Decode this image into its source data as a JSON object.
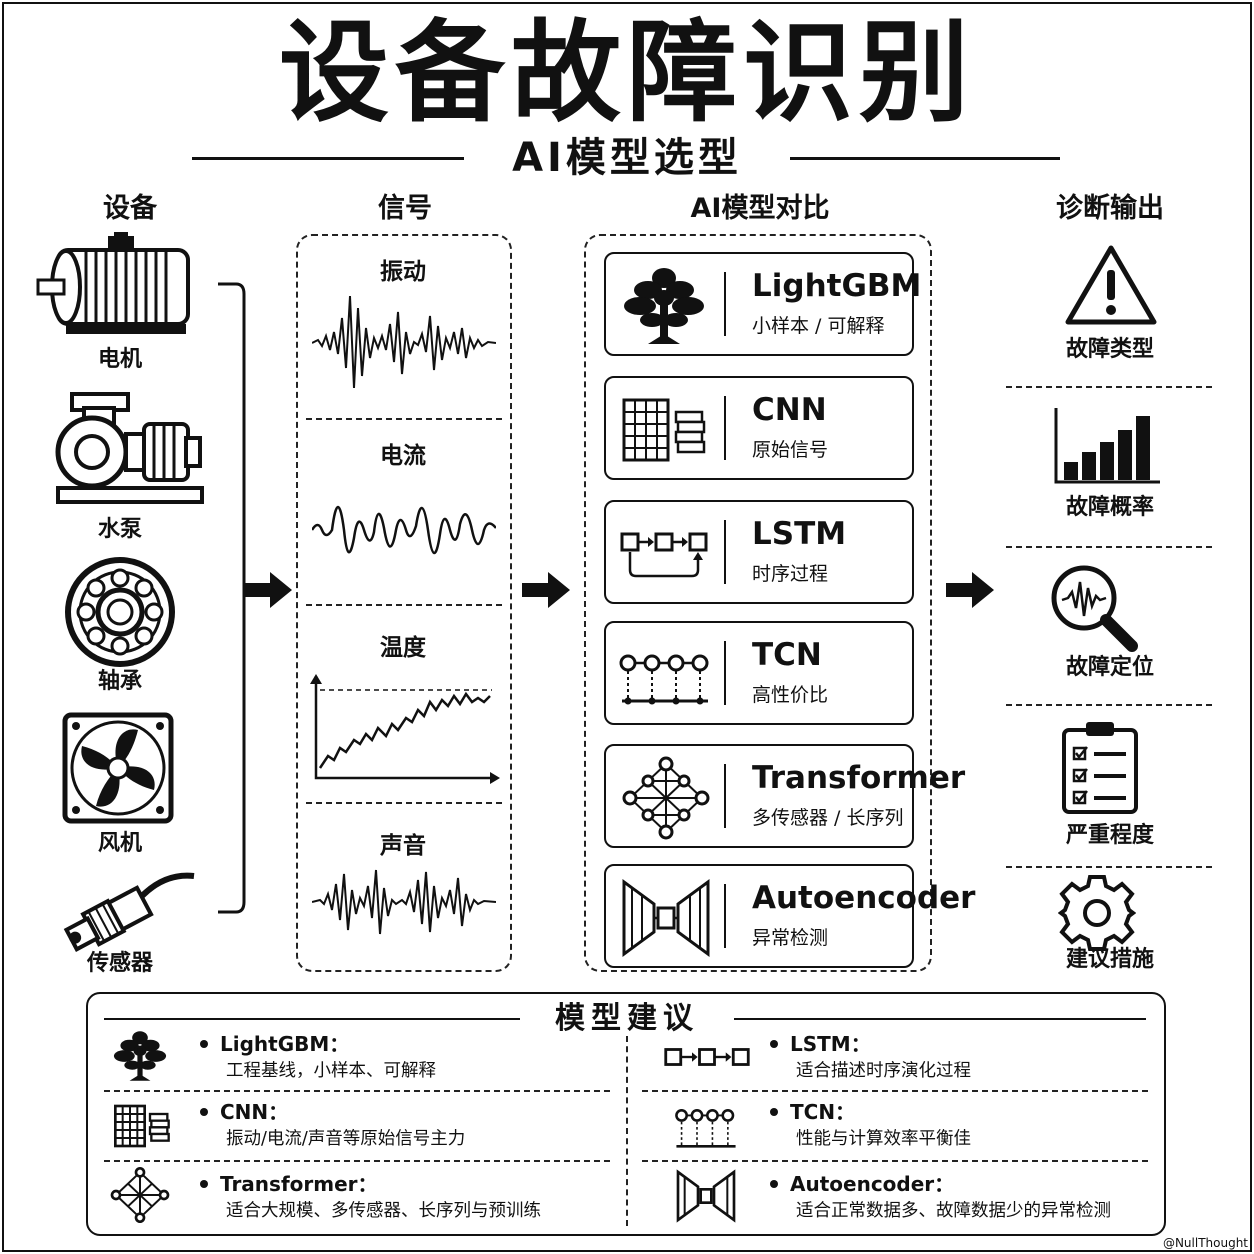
{
  "title": "设备故障识别",
  "subtitle": "AI模型选型",
  "columns": {
    "devices": "设备",
    "signals": "信号",
    "models": "AI模型对比",
    "outputs": "诊断输出"
  },
  "devices": [
    {
      "label": "电机",
      "icon": "motor-icon"
    },
    {
      "label": "水泵",
      "icon": "pump-icon"
    },
    {
      "label": "轴承",
      "icon": "bearing-icon"
    },
    {
      "label": "风机",
      "icon": "fan-icon"
    },
    {
      "label": "传感器",
      "icon": "sensor-icon"
    }
  ],
  "signals": [
    {
      "label": "振动"
    },
    {
      "label": "电流"
    },
    {
      "label": "温度"
    },
    {
      "label": "声音"
    }
  ],
  "models": [
    {
      "name": "LightGBM",
      "desc": "小样本 / 可解释",
      "icon": "tree-icon"
    },
    {
      "name": "CNN",
      "desc": "原始信号",
      "icon": "grid-stack-icon"
    },
    {
      "name": "LSTM",
      "desc": "时序过程",
      "icon": "sequence-loop-icon"
    },
    {
      "name": "TCN",
      "desc": "高性价比",
      "icon": "dilated-conv-icon"
    },
    {
      "name": "Transformer",
      "desc": "多传感器 / 长序列",
      "icon": "attention-network-icon"
    },
    {
      "name": "Autoencoder",
      "desc": "异常检测",
      "icon": "hourglass-encoder-icon"
    }
  ],
  "outputs": [
    {
      "label": "故障类型",
      "icon": "warning-icon"
    },
    {
      "label": "故障概率",
      "icon": "bar-chart-icon"
    },
    {
      "label": "故障定位",
      "icon": "magnifier-wave-icon"
    },
    {
      "label": "严重程度",
      "icon": "clipboard-checklist-icon"
    },
    {
      "label": "建议措施",
      "icon": "gear-icon"
    }
  ],
  "recommendations": {
    "title": "模型建议",
    "items": [
      {
        "name": "LightGBM：",
        "desc": "工程基线，小样本、可解释"
      },
      {
        "name": "LSTM：",
        "desc": "适合描述时序演化过程"
      },
      {
        "name": "CNN：",
        "desc": "振动/电流/声音等原始信号主力"
      },
      {
        "name": "TCN：",
        "desc": "性能与计算效率平衡佳"
      },
      {
        "name": "Transformer：",
        "desc": "适合大规模、多传感器、长序列与预训练"
      },
      {
        "name": "Autoencoder：",
        "desc": "适合正常数据多、故障数据少的异常检测"
      }
    ]
  },
  "credit": "@NullThought"
}
